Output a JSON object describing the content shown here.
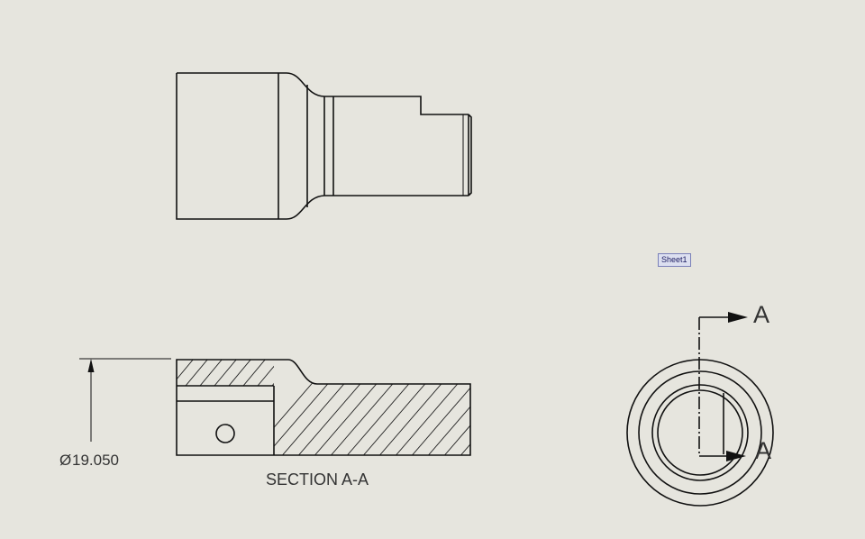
{
  "drawing": {
    "sheet_tab": "Sheet1",
    "section_label": "SECTION A-A",
    "section_letter_top": "A",
    "section_letter_bottom": "A",
    "dimension_symbol": "Ø",
    "dimension_value": "19.050"
  }
}
